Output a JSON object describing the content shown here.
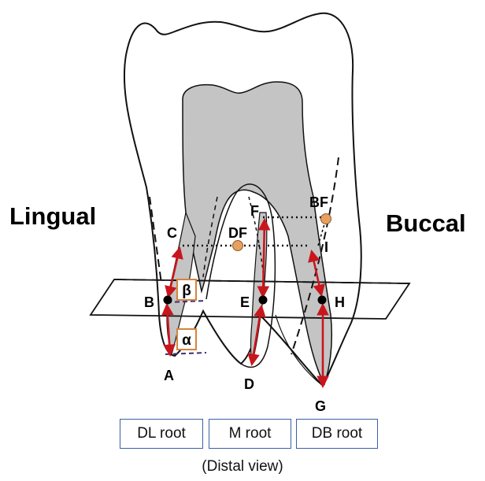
{
  "sides": {
    "lingual": "Lingual",
    "buccal": "Buccal"
  },
  "points": {
    "A": "A",
    "B": "B",
    "C": "C",
    "D": "D",
    "E": "E",
    "F": "F",
    "G": "G",
    "H": "H",
    "I": "I",
    "BF": "BF",
    "DF": "DF"
  },
  "angles": {
    "beta": "β",
    "alpha": "α"
  },
  "roots": {
    "dl": "DL root",
    "m": "M root",
    "db": "DB root"
  },
  "caption": "(Distal view)",
  "colors": {
    "pulp": "#c4c4c4",
    "arrow": "#c8161d",
    "furcation_point": "#e8a060",
    "angle_box": "#d4843a",
    "level_line": "#3b2e7a",
    "root_box": "#3a5fa8"
  }
}
